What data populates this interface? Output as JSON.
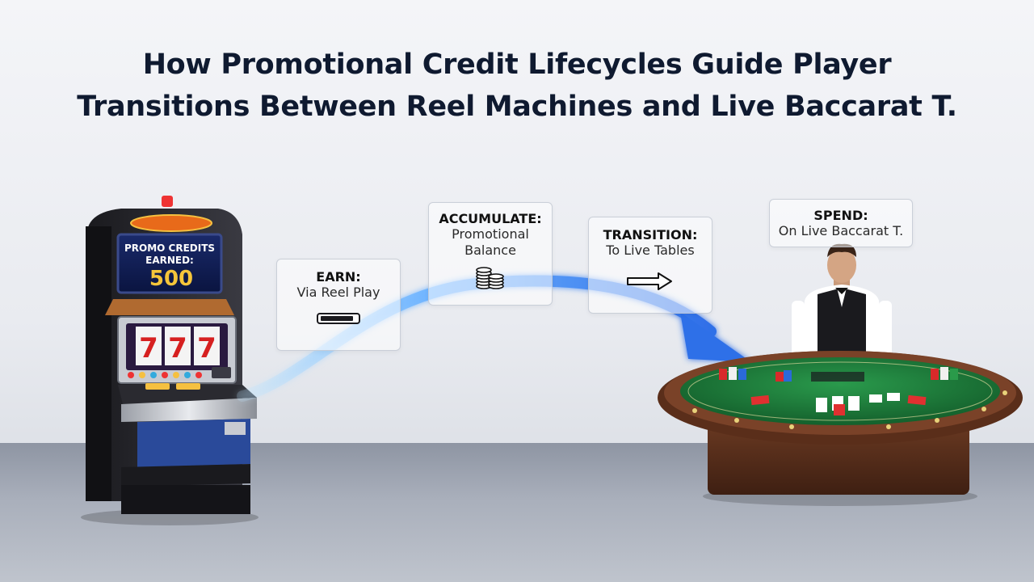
{
  "title": {
    "line1": "How Promotional Credit Lifecycles Guide Player",
    "line2": "Transitions Between Reel Machines and Live Baccarat T."
  },
  "slot_machine": {
    "screen_line1": "PROMO CREDITS",
    "screen_line2": "EARNED:",
    "credits": "500",
    "reels": [
      "7",
      "7",
      "7"
    ]
  },
  "steps": [
    {
      "heading": "EARN:",
      "line1": "Via Reel Play",
      "line2": "",
      "icon": "progress-bar-icon"
    },
    {
      "heading": "ACCUMULATE:",
      "line1": "Promotional",
      "line2": "Balance",
      "icon": "chip-stack-icon"
    },
    {
      "heading": "TRANSITION:",
      "line1": "To Live Tables",
      "line2": "",
      "icon": "arrow-right-icon"
    },
    {
      "heading": "SPEND:",
      "line1": "On Live Baccarat T.",
      "line2": "",
      "icon": ""
    }
  ],
  "colors": {
    "flow_arrow": "#2f6fe8",
    "felt": "#1f7a3c",
    "title": "#0f1a30"
  }
}
